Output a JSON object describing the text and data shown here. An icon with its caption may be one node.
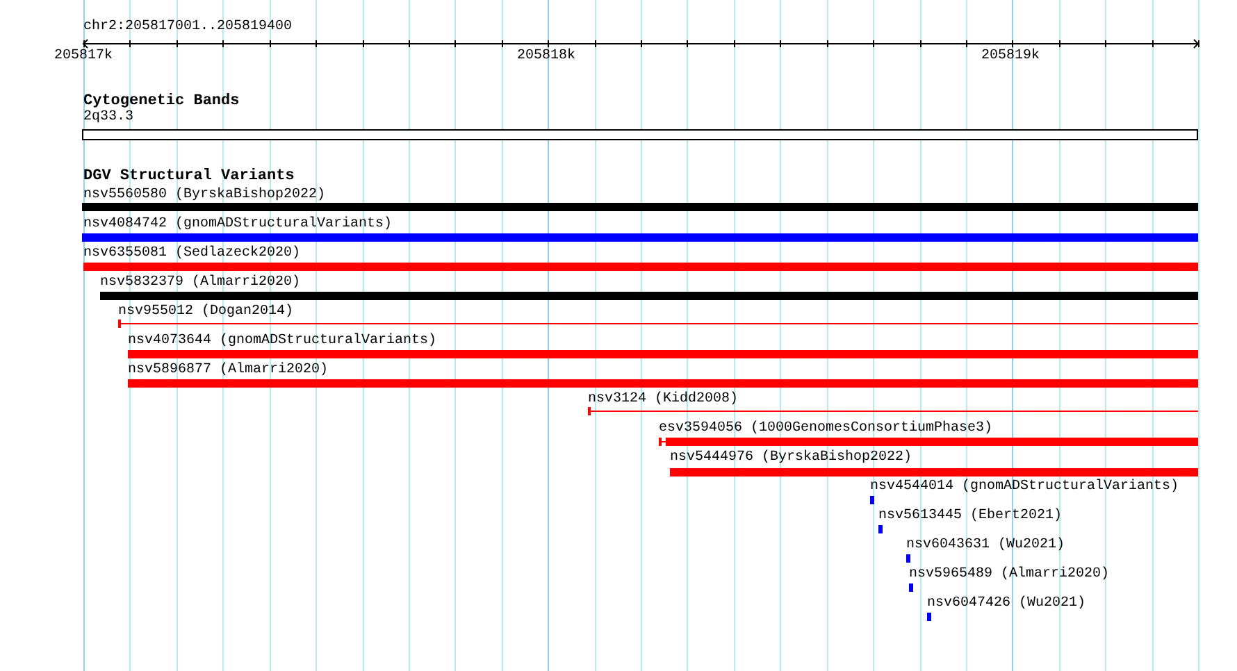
{
  "diagram": {
    "nodes": [
      {
        "text": [
          "2q33.3"
        ]
      },
      {
        "text": [
          "nsv5560580 (ByrskaBishop2022)"
        ]
      },
      {
        "text": [
          "nsv4084742 (gnomADStructuralVariants)"
        ]
      },
      {
        "text": [
          "nsv6355081 (Sedlazeck2020)"
        ]
      },
      {
        "text": [
          "nsv5832379 (Almarri2020)"
        ]
      },
      {
        "text": [
          "nsv955012 (Dogan2014)"
        ]
      },
      {
        "text": [
          "nsv4073644 (gnomADStructuralVariants)"
        ]
      },
      {
        "text": [
          "nsv5896877 (Almarri2020)"
        ]
      },
      {
        "text": [
          "nsv3124 (Kidd2008)"
        ]
      },
      {
        "text": [
          "esv3594056 (1000GenomesConsortiumPhase3)"
        ]
      },
      {
        "text": [
          "nsv5444976 (ByrskaBishop2022)"
        ]
      },
      {
        "text": [
          "nsv4544014 (gnomADStructuralVariants)"
        ]
      },
      {
        "text": [
          "nsv5613445 (Ebert2021)"
        ]
      },
      {
        "text": [
          "nsv6043631 (Wu2021)"
        ]
      },
      {
        "text": [
          "nsv5965489 (Almarri2020)"
        ]
      },
      {
        "text": [
          "nsv6047426 (Wu2021)"
        ]
      }
    ],
    "edges": [],
    "labels": [
      "chr2:205817001..205819400",
      "205817k",
      "205818k",
      "205819k",
      "Cytogenetic Bands",
      "DGV Structural Variants"
    ]
  }
}
